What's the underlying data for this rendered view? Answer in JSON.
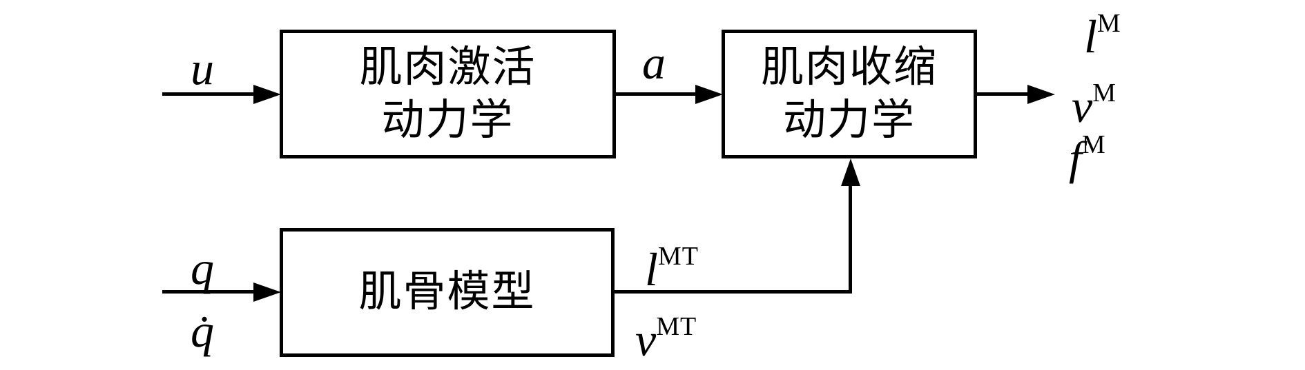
{
  "diagram": {
    "background_color": "#ffffff",
    "stroke_color": "#000000",
    "boxes": {
      "activation": {
        "line1": "肌肉激活",
        "line2": "动力学"
      },
      "contraction": {
        "line1": "肌肉收缩",
        "line2": "动力学"
      },
      "musculoskeletal": {
        "line1": "肌骨模型"
      }
    },
    "signals": {
      "u": {
        "base": "u",
        "sup": ""
      },
      "a": {
        "base": "a",
        "sup": ""
      },
      "q": {
        "base": "q",
        "sup": ""
      },
      "q_dot": {
        "base": "q̇",
        "sup": ""
      },
      "l_mt": {
        "base": "l",
        "sup": "MT"
      },
      "v_mt": {
        "base": "v",
        "sup": "MT"
      },
      "l_m": {
        "base": "l",
        "sup": "M"
      },
      "v_m": {
        "base": "v",
        "sup": "M"
      },
      "f_m": {
        "base": "f",
        "sup": "M"
      }
    }
  }
}
